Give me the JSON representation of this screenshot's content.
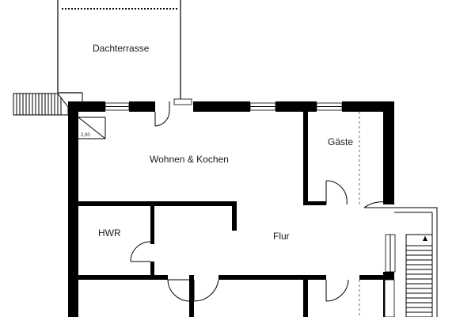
{
  "floor_plan": {
    "rooms": {
      "terrace": "Dachterrasse",
      "living_kitchen": "Wohnen & Kochen",
      "guest": "Gäste",
      "utility": "HWR",
      "hallway": "Flur"
    },
    "dimension_label": "2,00"
  }
}
